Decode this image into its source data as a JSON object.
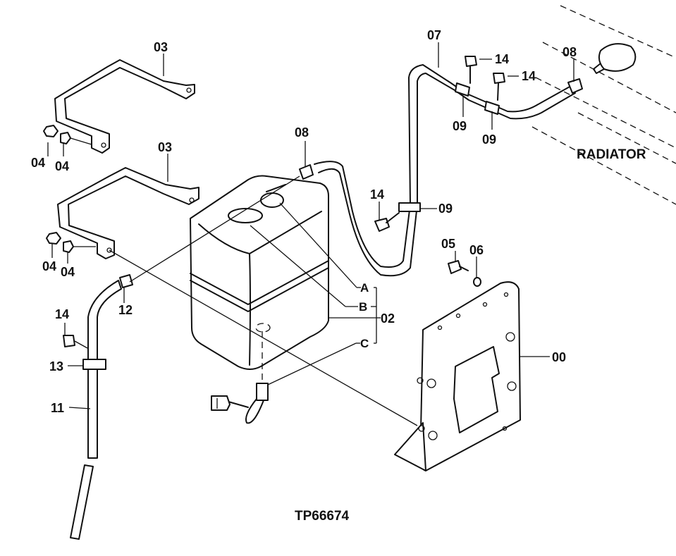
{
  "drawing": {
    "figure_number": "TP66674",
    "radiator_label": "RADIATOR"
  },
  "callouts": {
    "bracket": "00",
    "tank": "02",
    "band_upper": "03",
    "band_lower": "03",
    "nut_upper_a": "04",
    "nut_upper_b": "04",
    "nut_lower_a": "04",
    "nut_lower_b": "04",
    "bolt": "05",
    "washer": "06",
    "hose_top": "07",
    "clamp_tank": "08",
    "clamp_radiator": "08",
    "clip_mid": "09",
    "clip_top_a": "09",
    "clip_top_b": "09",
    "overflow_hose": "11",
    "clamp_overflow": "12",
    "clip_overflow": "13",
    "screw_overflow": "14",
    "screw_mid": "14",
    "screw_top_a": "14",
    "screw_top_b": "14"
  },
  "tank_ports": {
    "a": "A",
    "b": "B",
    "c": "C"
  }
}
